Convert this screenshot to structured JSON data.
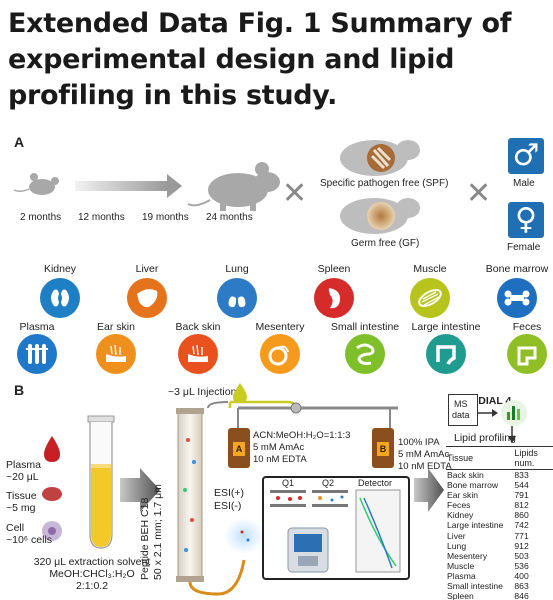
{
  "title": "Extended Data Fig. 1 Summary of experimental design and lipid profiling in this study.",
  "panel_a": {
    "label": "A",
    "ages": [
      "2 months",
      "12 months",
      "19 months",
      "24 months"
    ],
    "conditions": {
      "spf": "Specific pathogen free (SPF)",
      "gf": "Germ free (GF)"
    },
    "sexes": {
      "male": "Male",
      "female": "Female",
      "male_symbol": "♂",
      "female_symbol": "♀"
    },
    "cross_symbol": "✕",
    "tissues": [
      {
        "label": "Kidney",
        "icon": "kidney-icon",
        "color": "#1e7fc4"
      },
      {
        "label": "Liver",
        "icon": "liver-icon",
        "color": "#e5731c"
      },
      {
        "label": "Lung",
        "icon": "lung-icon",
        "color": "#2c7bc4"
      },
      {
        "label": "Spleen",
        "icon": "spleen-icon",
        "color": "#d62b2b"
      },
      {
        "label": "Muscle",
        "icon": "muscle-icon",
        "color": "#b6c41b"
      },
      {
        "label": "Bone marrow",
        "icon": "bone-icon",
        "color": "#1e6fc0"
      },
      {
        "label": "Plasma",
        "icon": "plasma-tubes-icon",
        "color": "#1f78c8"
      },
      {
        "label": "Ear skin",
        "icon": "skin-icon",
        "color": "#f0901c"
      },
      {
        "label": "Back skin",
        "icon": "skin-icon",
        "color": "#e9521e"
      },
      {
        "label": "Mesentery",
        "icon": "mesentery-icon",
        "color": "#f59a1c"
      },
      {
        "label": "Small intestine",
        "icon": "intestine-icon",
        "color": "#7fbf2a"
      },
      {
        "label": "Large intestine",
        "icon": "intestine-icon",
        "color": "#1f9b8f"
      },
      {
        "label": "Feces",
        "icon": "feces-icon",
        "color": "#8fbf24"
      }
    ]
  },
  "panel_b": {
    "label": "B",
    "samples": {
      "plasma": "Plasma",
      "plasma_amount": "~20 μL",
      "tissue": "Tissue",
      "tissue_amount": "~5 mg",
      "cell": "Cell",
      "cell_amount": "~10⁶ cells"
    },
    "extraction": [
      "320 μL extraction solvent",
      "MeOH:CHCl₃:H₂O",
      "2:1:0.2"
    ],
    "injection": "~3 μL Injection",
    "column": [
      "Peptide BEH C18",
      "50 x 2.1 mm; 1.7 μm"
    ],
    "solvent_a": {
      "label": "A",
      "lines": [
        "ACN:MeOH:H₂O=1:1:3",
        "5 mM AmAc",
        "10 nM EDTA"
      ]
    },
    "solvent_b": {
      "label": "B",
      "lines": [
        "100% IPA",
        "5 mM AmAc",
        "10 nM EDTA"
      ]
    },
    "esi": [
      "ESI(+)",
      "ESI(-)"
    ],
    "ms_parts": [
      "Q1",
      "Q2",
      "Detector"
    ],
    "software": "MS-DIAL 4",
    "ms_data": [
      "MS",
      "data"
    ],
    "profiling_title": "Lipid profiling",
    "table": {
      "headers": [
        "Tissue",
        "Lipids num."
      ],
      "rows": [
        [
          "Back skin",
          "833"
        ],
        [
          "Bone marrow",
          "544"
        ],
        [
          "Ear skin",
          "791"
        ],
        [
          "Feces",
          "812"
        ],
        [
          "Kidney",
          "860"
        ],
        [
          "Large intestine",
          "742"
        ],
        [
          "Liver",
          "771"
        ],
        [
          "Lung",
          "912"
        ],
        [
          "Mesentery",
          "503"
        ],
        [
          "Muscle",
          "536"
        ],
        [
          "Plasma",
          "400"
        ],
        [
          "Small intestine",
          "863"
        ],
        [
          "Spleen",
          "846"
        ]
      ]
    }
  }
}
